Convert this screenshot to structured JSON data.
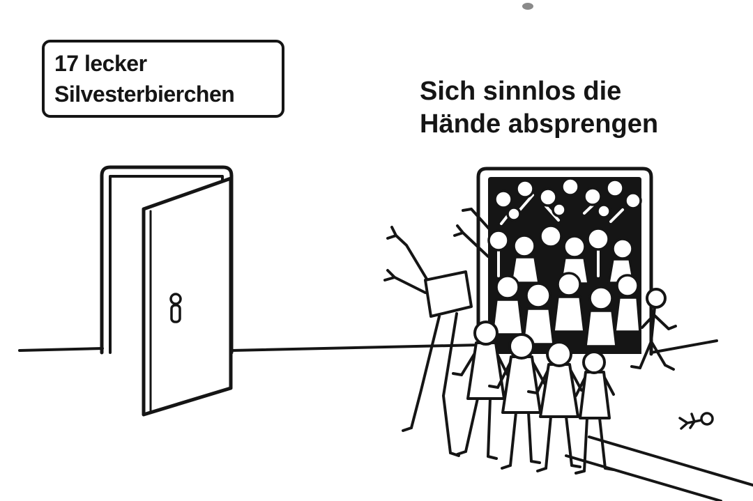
{
  "meme": {
    "left_door": {
      "sign_line1": "17 lecker",
      "sign_line2": "Silvesterbierchen"
    },
    "right_door": {
      "caption_line1": "Sich sinnlos die",
      "caption_line2": "Hände absprengen"
    },
    "colors": {
      "ink": "#151515",
      "paper": "#ffffff"
    }
  }
}
